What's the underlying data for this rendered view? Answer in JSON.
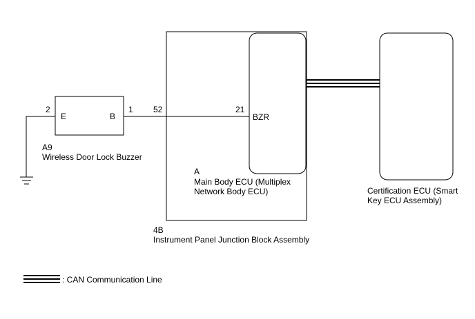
{
  "buzzer": {
    "connector_code": "A9",
    "name": "Wireless Door Lock Buzzer",
    "pin_e_label": "E",
    "pin_b_label": "B",
    "pin_e_number": "2",
    "pin_b_number": "1"
  },
  "junction_block": {
    "connector_code": "4B",
    "name": "Instrument Panel Junction Block Assembly",
    "input_pin": "52"
  },
  "main_body_ecu": {
    "connector_code": "A",
    "name_line1": "Main Body ECU (Multiplex",
    "name_line2": "Network Body ECU)",
    "pin_number": "21",
    "pin_label": "BZR"
  },
  "certification_ecu": {
    "name_line1": "Certification ECU (Smart",
    "name_line2": "Key ECU Assembly)"
  },
  "legend": {
    "can_line_label": ": CAN Communication Line"
  }
}
